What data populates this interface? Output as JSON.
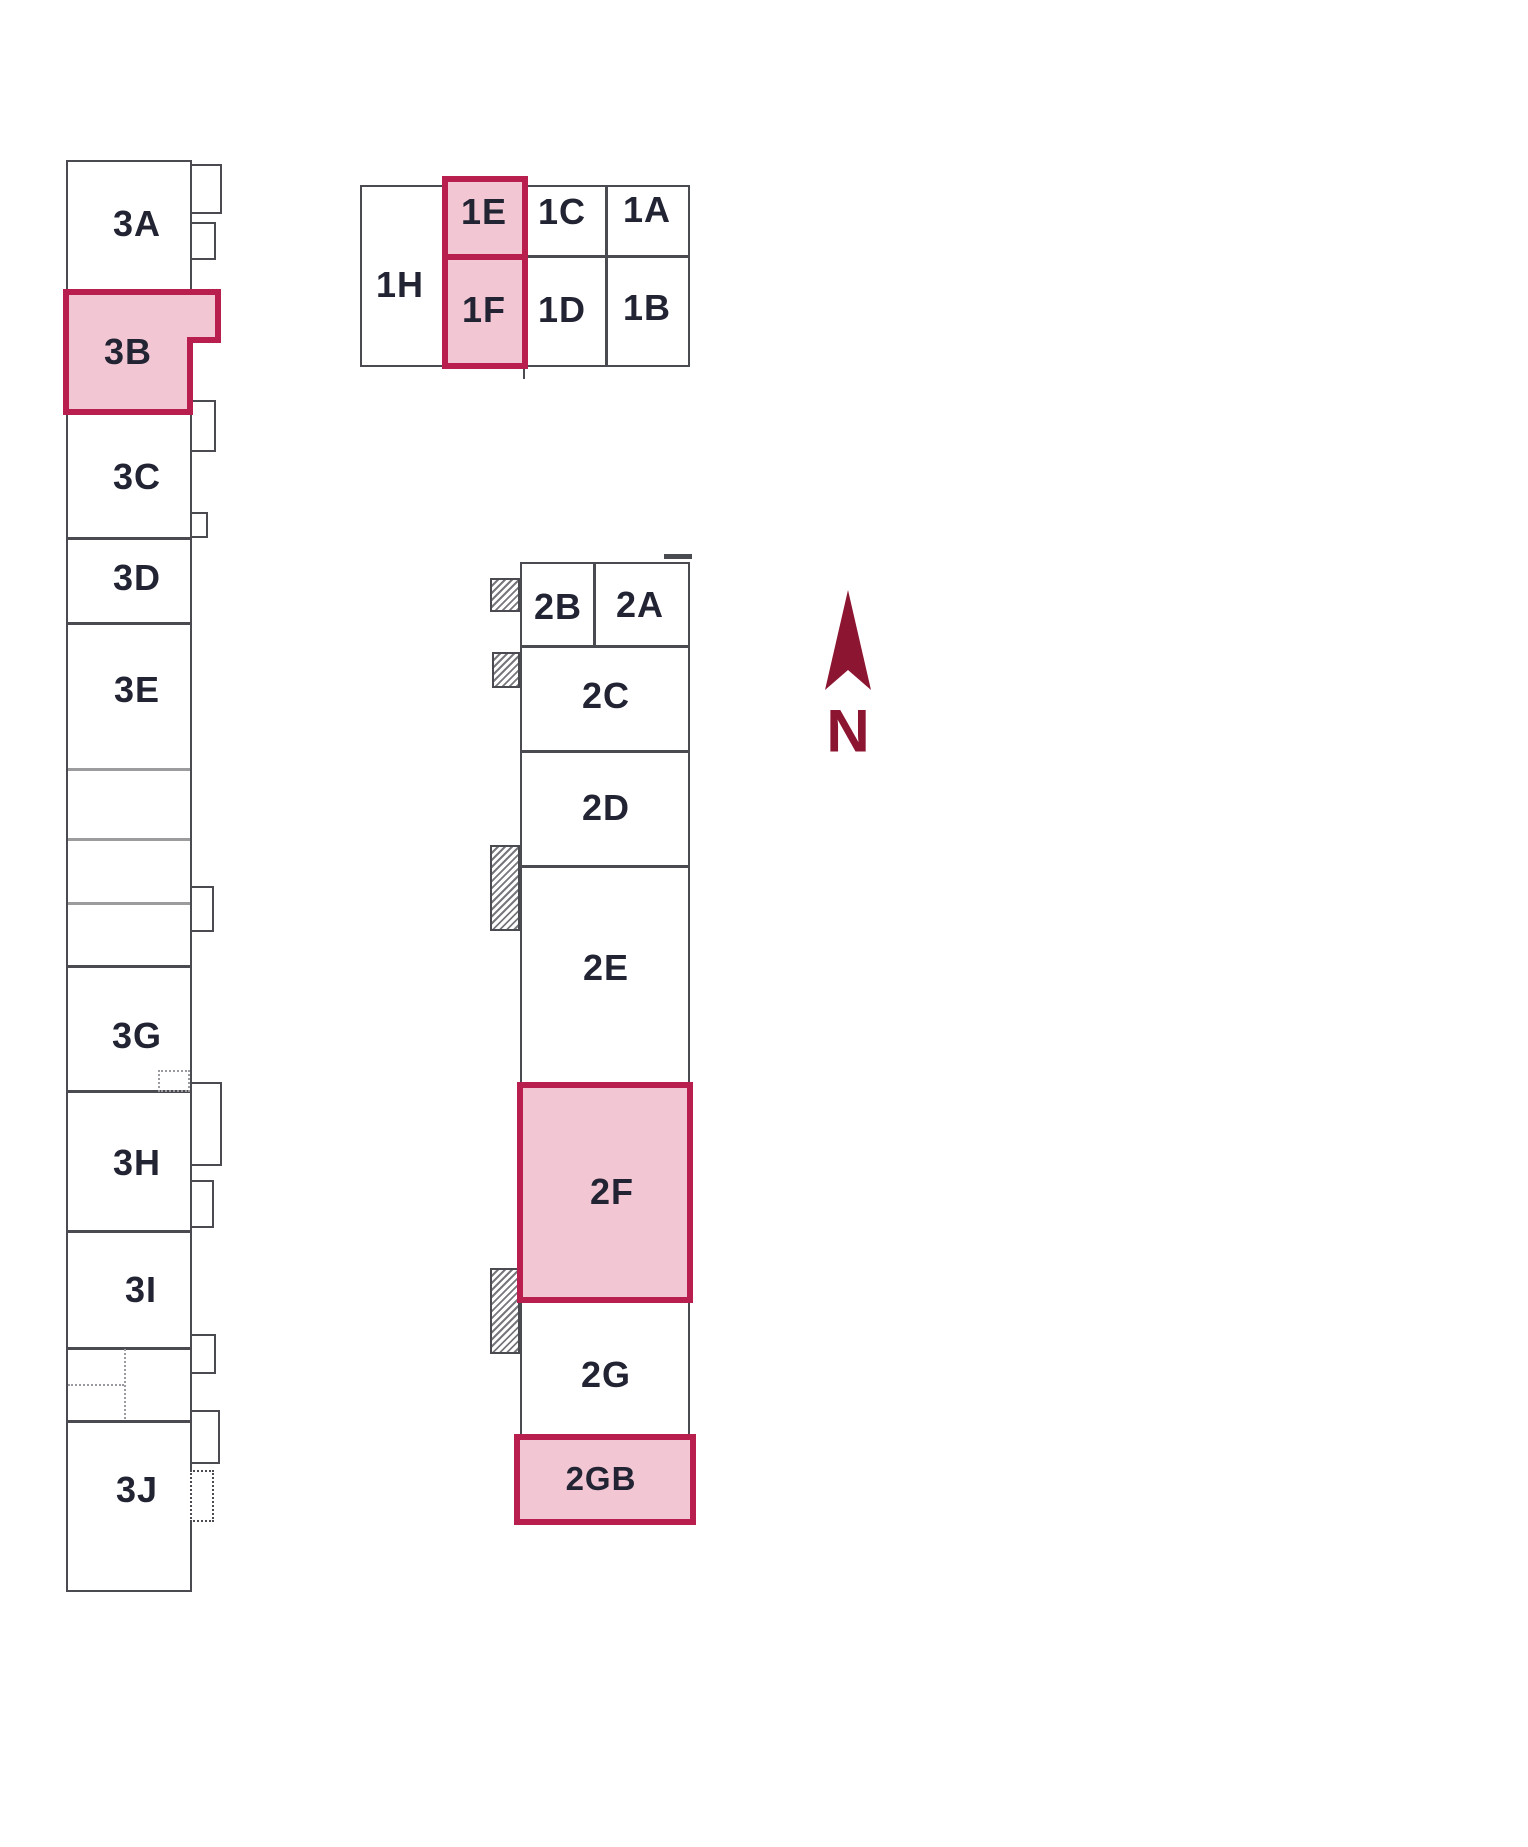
{
  "compass": {
    "label": "N"
  },
  "colors": {
    "highlight_fill": "#f3c6d3",
    "highlight_border": "#b81e4e",
    "compass_arrow": "#8c1532",
    "wall": "#4a4b50",
    "label_text": "#222433"
  },
  "buildings": {
    "b3": {
      "units": {
        "u3a": {
          "label": "3A",
          "highlighted": false
        },
        "u3b": {
          "label": "3B",
          "highlighted": true
        },
        "u3c": {
          "label": "3C",
          "highlighted": false
        },
        "u3d": {
          "label": "3D",
          "highlighted": false
        },
        "u3e": {
          "label": "3E",
          "highlighted": false
        },
        "u3g": {
          "label": "3G",
          "highlighted": false
        },
        "u3h": {
          "label": "3H",
          "highlighted": false
        },
        "u3i": {
          "label": "3I",
          "highlighted": false
        },
        "u3j": {
          "label": "3J",
          "highlighted": false
        }
      }
    },
    "b1": {
      "units": {
        "u1h": {
          "label": "1H",
          "highlighted": false
        },
        "u1e": {
          "label": "1E",
          "highlighted": true
        },
        "u1f": {
          "label": "1F",
          "highlighted": true
        },
        "u1c": {
          "label": "1C",
          "highlighted": false
        },
        "u1d": {
          "label": "1D",
          "highlighted": false
        },
        "u1a": {
          "label": "1A",
          "highlighted": false
        },
        "u1b": {
          "label": "1B",
          "highlighted": false
        }
      }
    },
    "b2": {
      "units": {
        "u2b": {
          "label": "2B",
          "highlighted": false
        },
        "u2a": {
          "label": "2A",
          "highlighted": false
        },
        "u2c": {
          "label": "2C",
          "highlighted": false
        },
        "u2d": {
          "label": "2D",
          "highlighted": false
        },
        "u2e": {
          "label": "2E",
          "highlighted": false
        },
        "u2f": {
          "label": "2F",
          "highlighted": true
        },
        "u2g": {
          "label": "2G",
          "highlighted": false
        },
        "u2gb": {
          "label": "2GB",
          "highlighted": true
        }
      }
    }
  }
}
